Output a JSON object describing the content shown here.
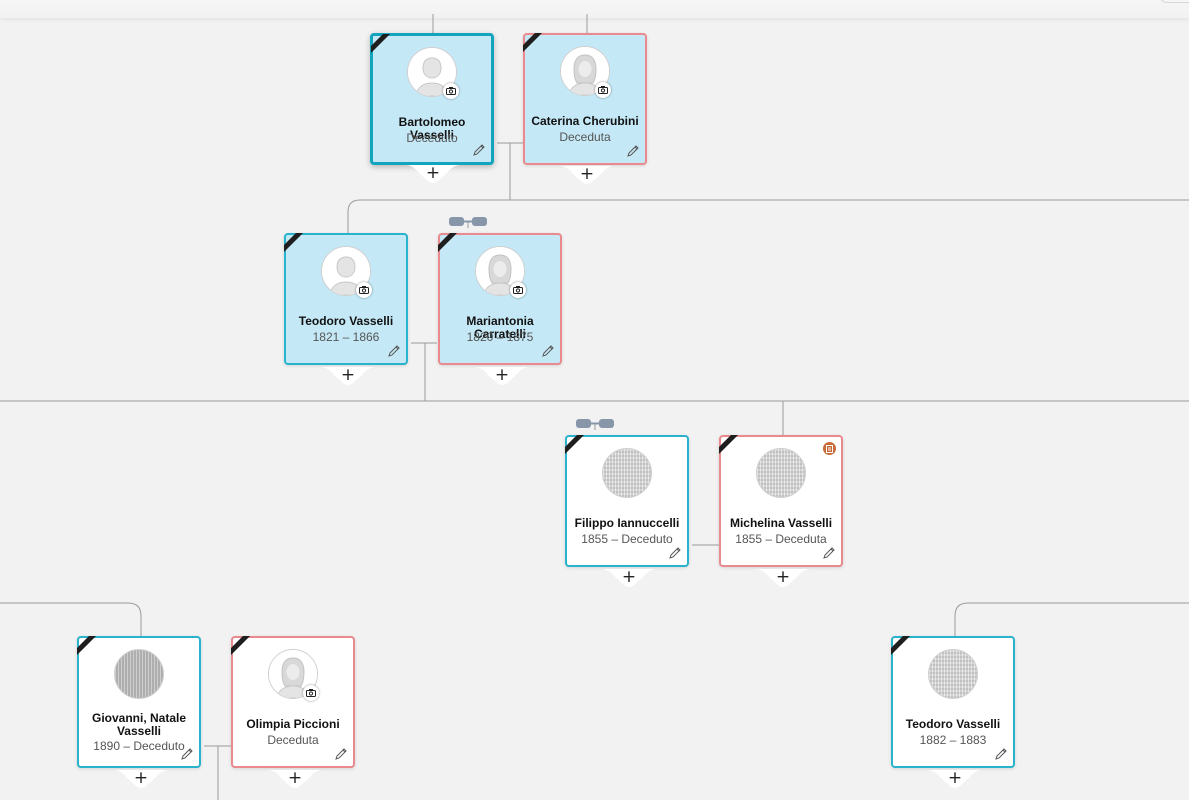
{
  "colors": {
    "male_border": "#2ab3cc",
    "female_border": "#ea8a8e",
    "highlight_fill": "#c5e8f6",
    "badge": "#c86a3a"
  },
  "people": [
    {
      "id": "bartolomeo",
      "name": "Bartolomeo Vasselli",
      "dates": "Deceduto",
      "gender": "male",
      "avatar": "male-placeholder",
      "camera_icon": true,
      "highlighted": true,
      "selected": true
    },
    {
      "id": "caterina",
      "name": "Caterina Cherubini",
      "dates": "Deceduta",
      "gender": "female",
      "avatar": "female-placeholder",
      "camera_icon": true,
      "highlighted": true
    },
    {
      "id": "teodoro-1821",
      "name": "Teodoro Vasselli",
      "dates": "1821 – 1866",
      "gender": "male",
      "avatar": "male-placeholder",
      "camera_icon": true,
      "highlighted": true
    },
    {
      "id": "mariantonia",
      "name": "Mariantonia Carratelli",
      "dates": "1820 – 1875",
      "gender": "female",
      "avatar": "female-placeholder",
      "camera_icon": true,
      "highlighted": true
    },
    {
      "id": "filippo",
      "name": "Filippo Iannuccelli",
      "dates": "1855 – Deceduto",
      "gender": "male",
      "avatar": "document-photo"
    },
    {
      "id": "michelina",
      "name": "Michelina Vasselli",
      "dates": "1855 – Deceduta",
      "gender": "female",
      "avatar": "document-photo",
      "record_badge": "record-icon"
    },
    {
      "id": "giovanni",
      "name": "Giovanni, Natale Vasselli",
      "dates": "1890 – Deceduto",
      "gender": "male",
      "avatar": "document-photo"
    },
    {
      "id": "olimpia",
      "name": "Olimpia Piccioni",
      "dates": "Deceduta",
      "gender": "female",
      "avatar": "female-placeholder",
      "camera_icon": true
    },
    {
      "id": "teodoro-1882",
      "name": "Teodoro Vasselli",
      "dates": "1882 – 1883",
      "gender": "male",
      "avatar": "document-photo"
    }
  ],
  "icons": {
    "add": "+",
    "edit": "pencil-icon",
    "camera": "camera-icon",
    "deceased_ribbon": "mourning-ribbon-icon",
    "relationship_link": "link-icon"
  }
}
